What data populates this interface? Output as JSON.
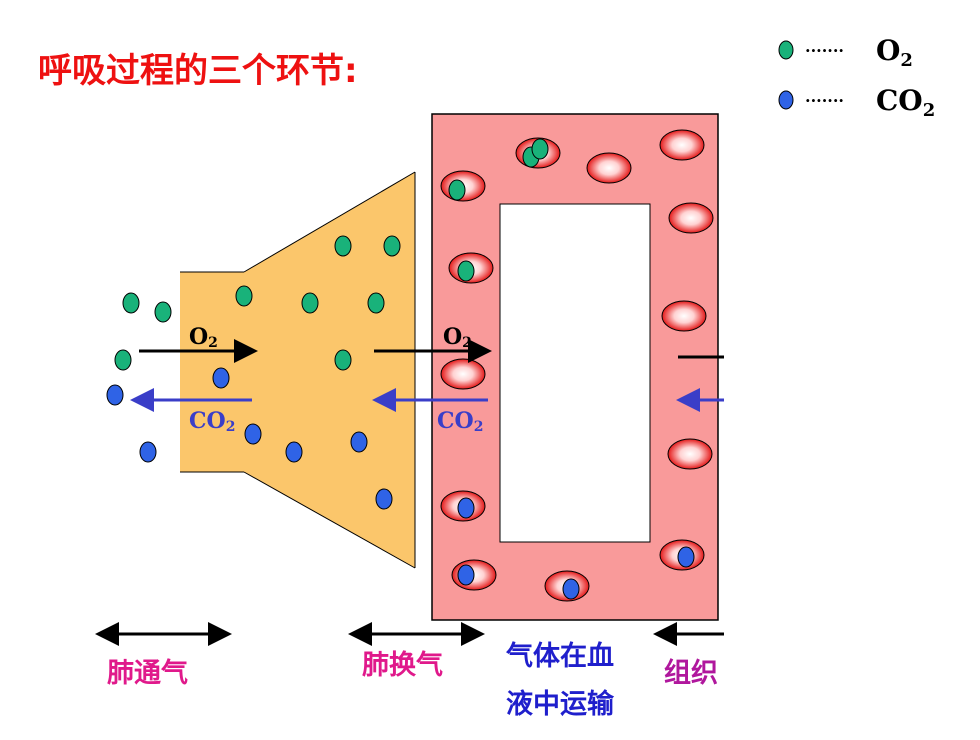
{
  "title": "呼吸过程的三个环节:",
  "legend": {
    "dots": "·······",
    "o2": {
      "base": "O",
      "sub": "2",
      "color": "#19b27a"
    },
    "co2": {
      "base": "CO",
      "sub": "2",
      "color": "#2f63e6"
    }
  },
  "arrows": {
    "o2": {
      "base": "O",
      "sub": "2"
    },
    "co2": {
      "base": "CO",
      "sub": "2"
    }
  },
  "stages": {
    "pulmonary_ventilation": "肺通气",
    "lung_exchange": "肺换气",
    "blood_transport_line1": "气体在血",
    "blood_transport_line2": "液中运输",
    "tissue_exchange_partial": "组织"
  },
  "colors": {
    "title": "#ee1111",
    "lung": "#fbc66b",
    "vessel": "#f99a9a",
    "o2_arrow": "#000000",
    "co2_arrow": "#3a3ec8",
    "co2_text": "#3a3ec8",
    "stage_pink": "#e0198b",
    "stage_blue": "#1f1fcc",
    "stage_purple": "#b0179d"
  }
}
